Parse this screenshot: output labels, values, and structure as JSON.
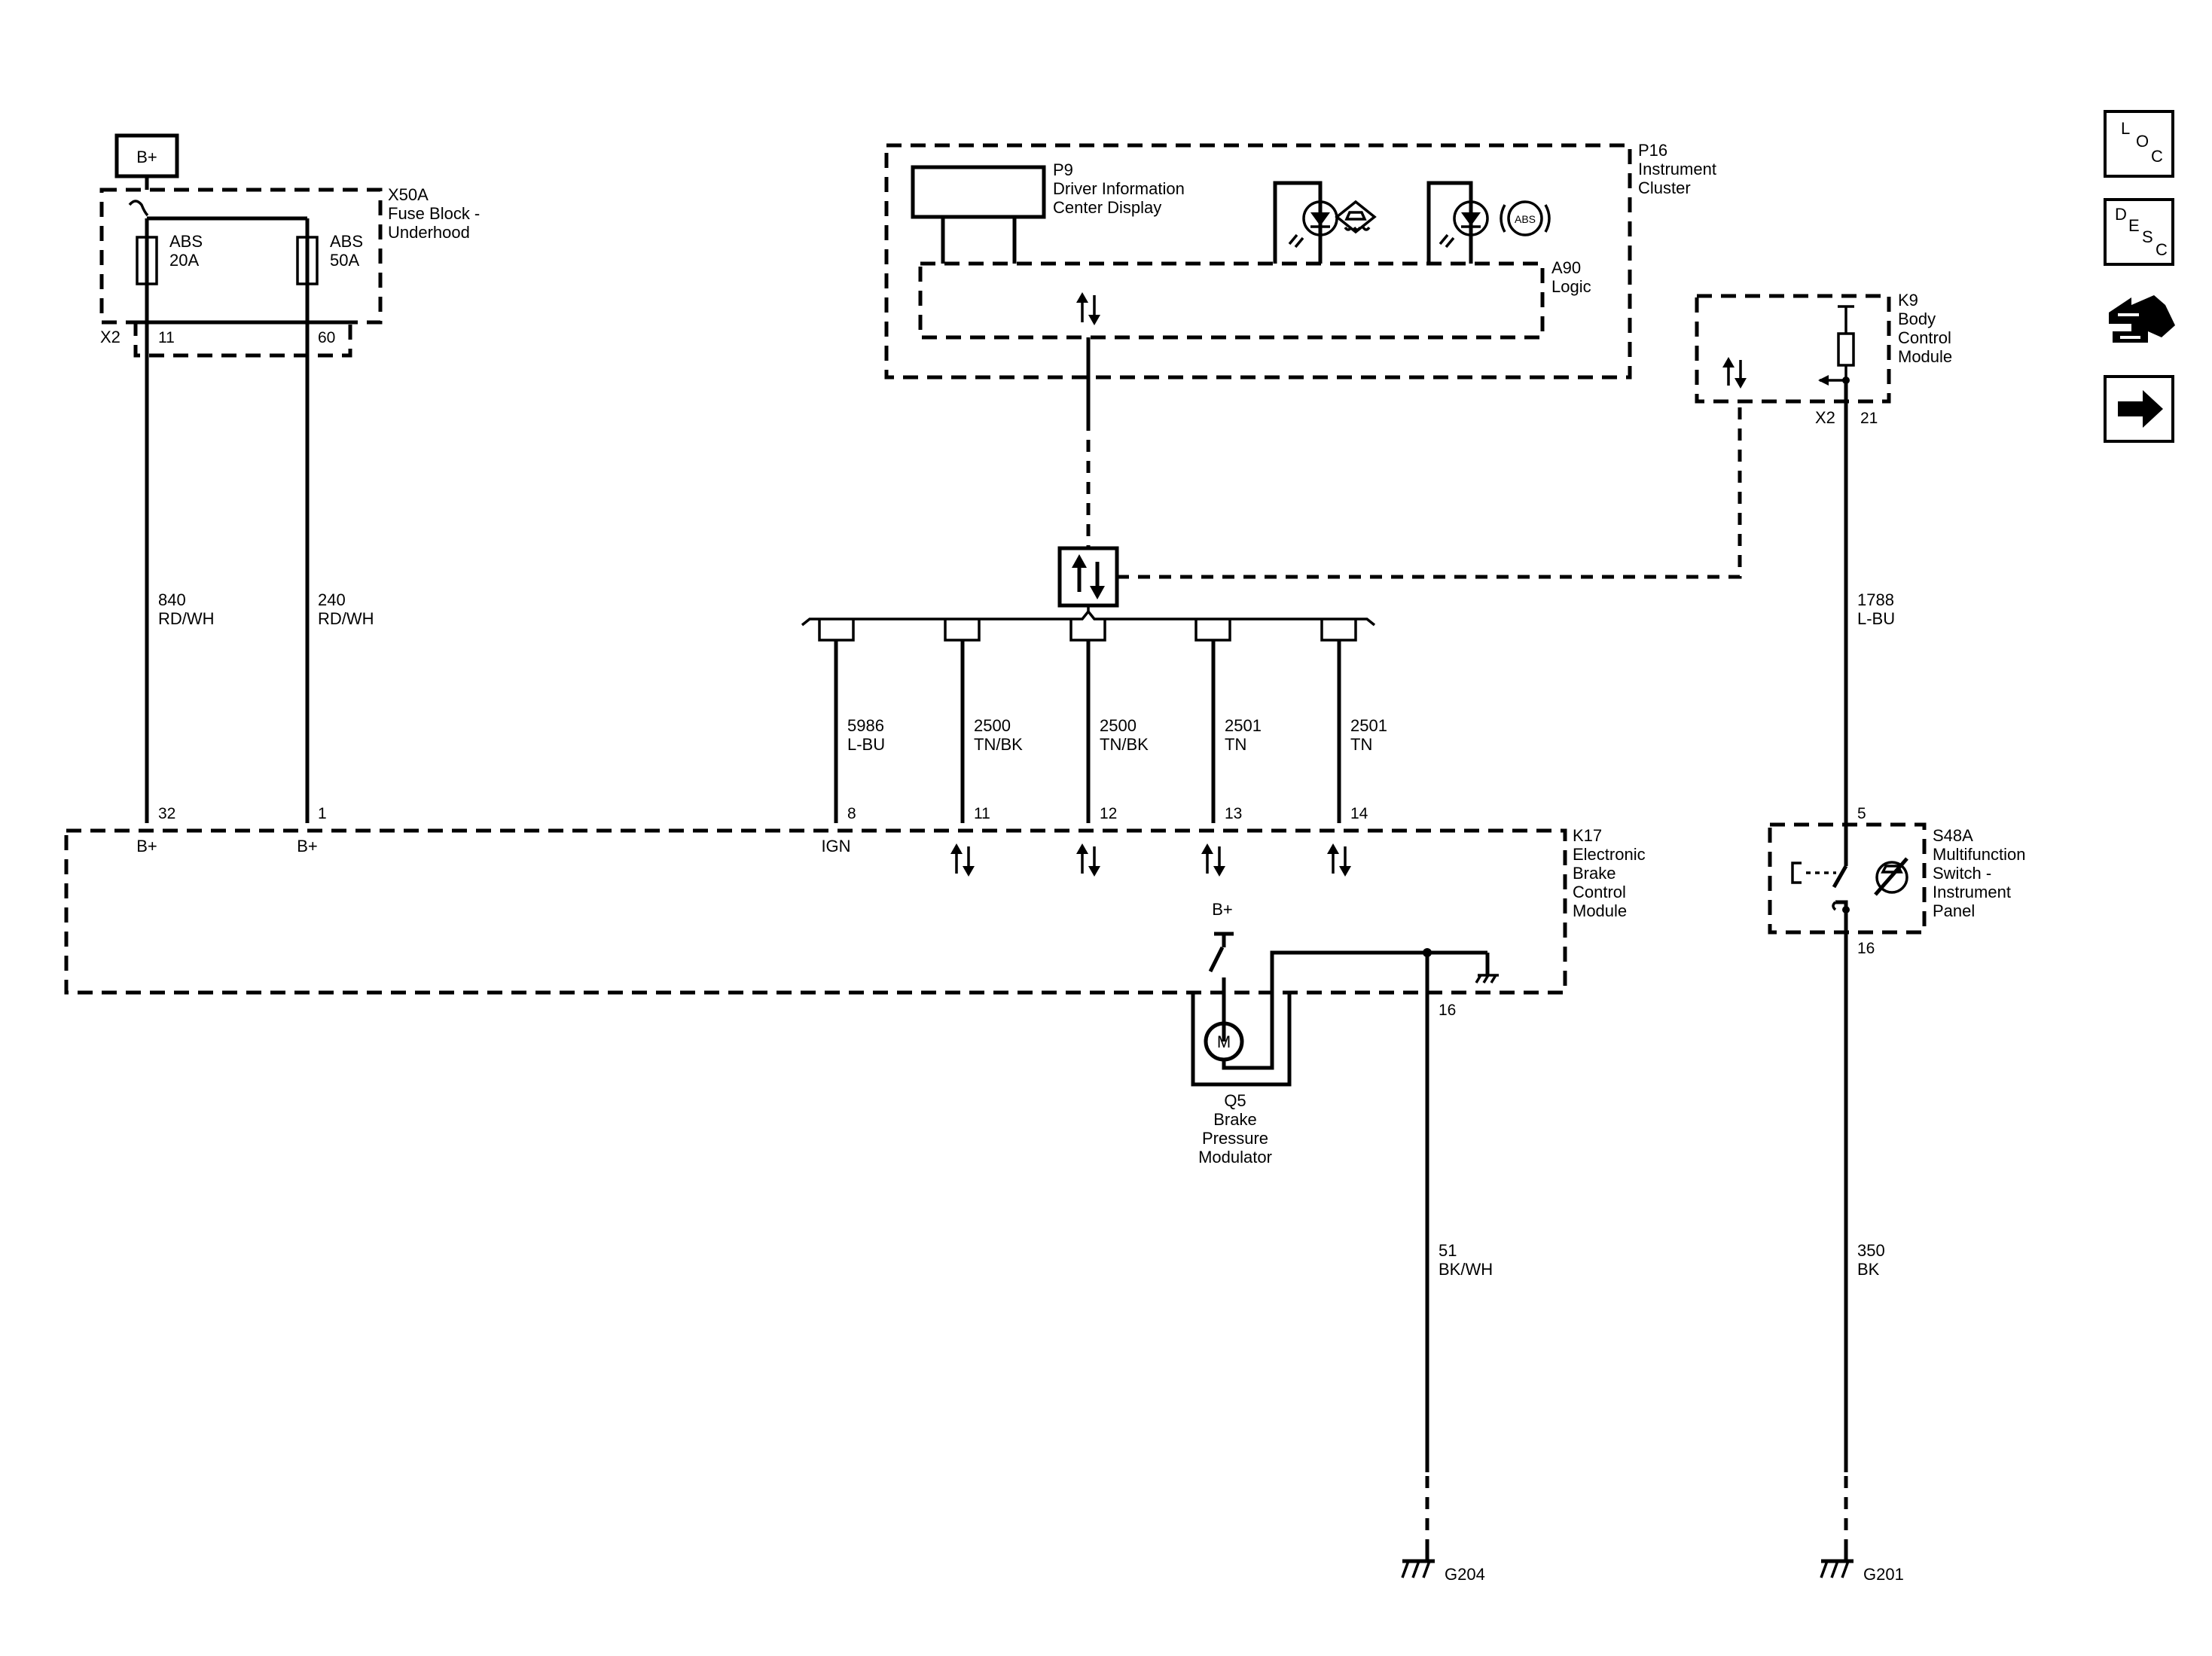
{
  "power": {
    "battery_label": "B+"
  },
  "fuse_block": {
    "id": "X50A",
    "name_line1": "Fuse Block -",
    "name_line2": "Underhood",
    "connector": "X2",
    "fuses": [
      {
        "name": "ABS",
        "rating": "20A",
        "pin": "11"
      },
      {
        "name": "ABS",
        "rating": "50A",
        "pin": "60"
      }
    ]
  },
  "instrument_cluster": {
    "id": "P16",
    "name_line1": "Instrument",
    "name_line2": "Cluster",
    "display": {
      "id": "P9",
      "name_line1": "Driver Information",
      "name_line2": "Center Display"
    },
    "logic": {
      "id": "A90",
      "name": "Logic"
    },
    "indicators": [
      "traction-control-icon",
      "abs-icon"
    ],
    "abs_text": "ABS"
  },
  "body_control_module": {
    "id": "K9",
    "name_line1": "Body",
    "name_line2": "Control",
    "name_line3": "Module",
    "connector": "X2",
    "pin": "21"
  },
  "wires": {
    "w840": {
      "circuit": "840",
      "color": "RD/WH"
    },
    "w240": {
      "circuit": "240",
      "color": "RD/WH"
    },
    "w5986": {
      "circuit": "5986",
      "color": "L-BU"
    },
    "w2500a": {
      "circuit": "2500",
      "color": "TN/BK"
    },
    "w2500b": {
      "circuit": "2500",
      "color": "TN/BK"
    },
    "w2501a": {
      "circuit": "2501",
      "color": "TN"
    },
    "w2501b": {
      "circuit": "2501",
      "color": "TN"
    },
    "w1788": {
      "circuit": "1788",
      "color": "L-BU"
    },
    "w51": {
      "circuit": "51",
      "color": "BK/WH"
    },
    "w350": {
      "circuit": "350",
      "color": "BK"
    }
  },
  "ebcm": {
    "id": "K17",
    "name_line1": "Electronic",
    "name_line2": "Brake",
    "name_line3": "Control",
    "name_line4": "Module",
    "pins": {
      "p32": "32",
      "p1": "1",
      "p8": "8",
      "p11": "11",
      "p12": "12",
      "p13": "13",
      "p14": "14",
      "p16": "16"
    },
    "pin_labels": {
      "bplus_a": "B+",
      "bplus_b": "B+",
      "ign": "IGN",
      "bplus_internal": "B+"
    }
  },
  "modulator": {
    "id": "Q5",
    "name_line1": "Brake",
    "name_line2": "Pressure",
    "name_line3": "Modulator",
    "motor_symbol": "M"
  },
  "switch": {
    "id": "S48A",
    "name_line1": "Multifunction",
    "name_line2": "Switch -",
    "name_line3": "Instrument",
    "name_line4": "Panel",
    "pin_in": "5",
    "pin_out": "16"
  },
  "grounds": {
    "g1": "G204",
    "g2": "G201"
  },
  "nav": {
    "loc": {
      "l1": "L",
      "l2": "O",
      "l3": "C"
    },
    "desc": {
      "l1": "D",
      "l2": "E",
      "l3": "S",
      "l4": "C"
    },
    "connector_icon": "connector-end-view-icon",
    "next_icon": "right-arrow-icon"
  }
}
